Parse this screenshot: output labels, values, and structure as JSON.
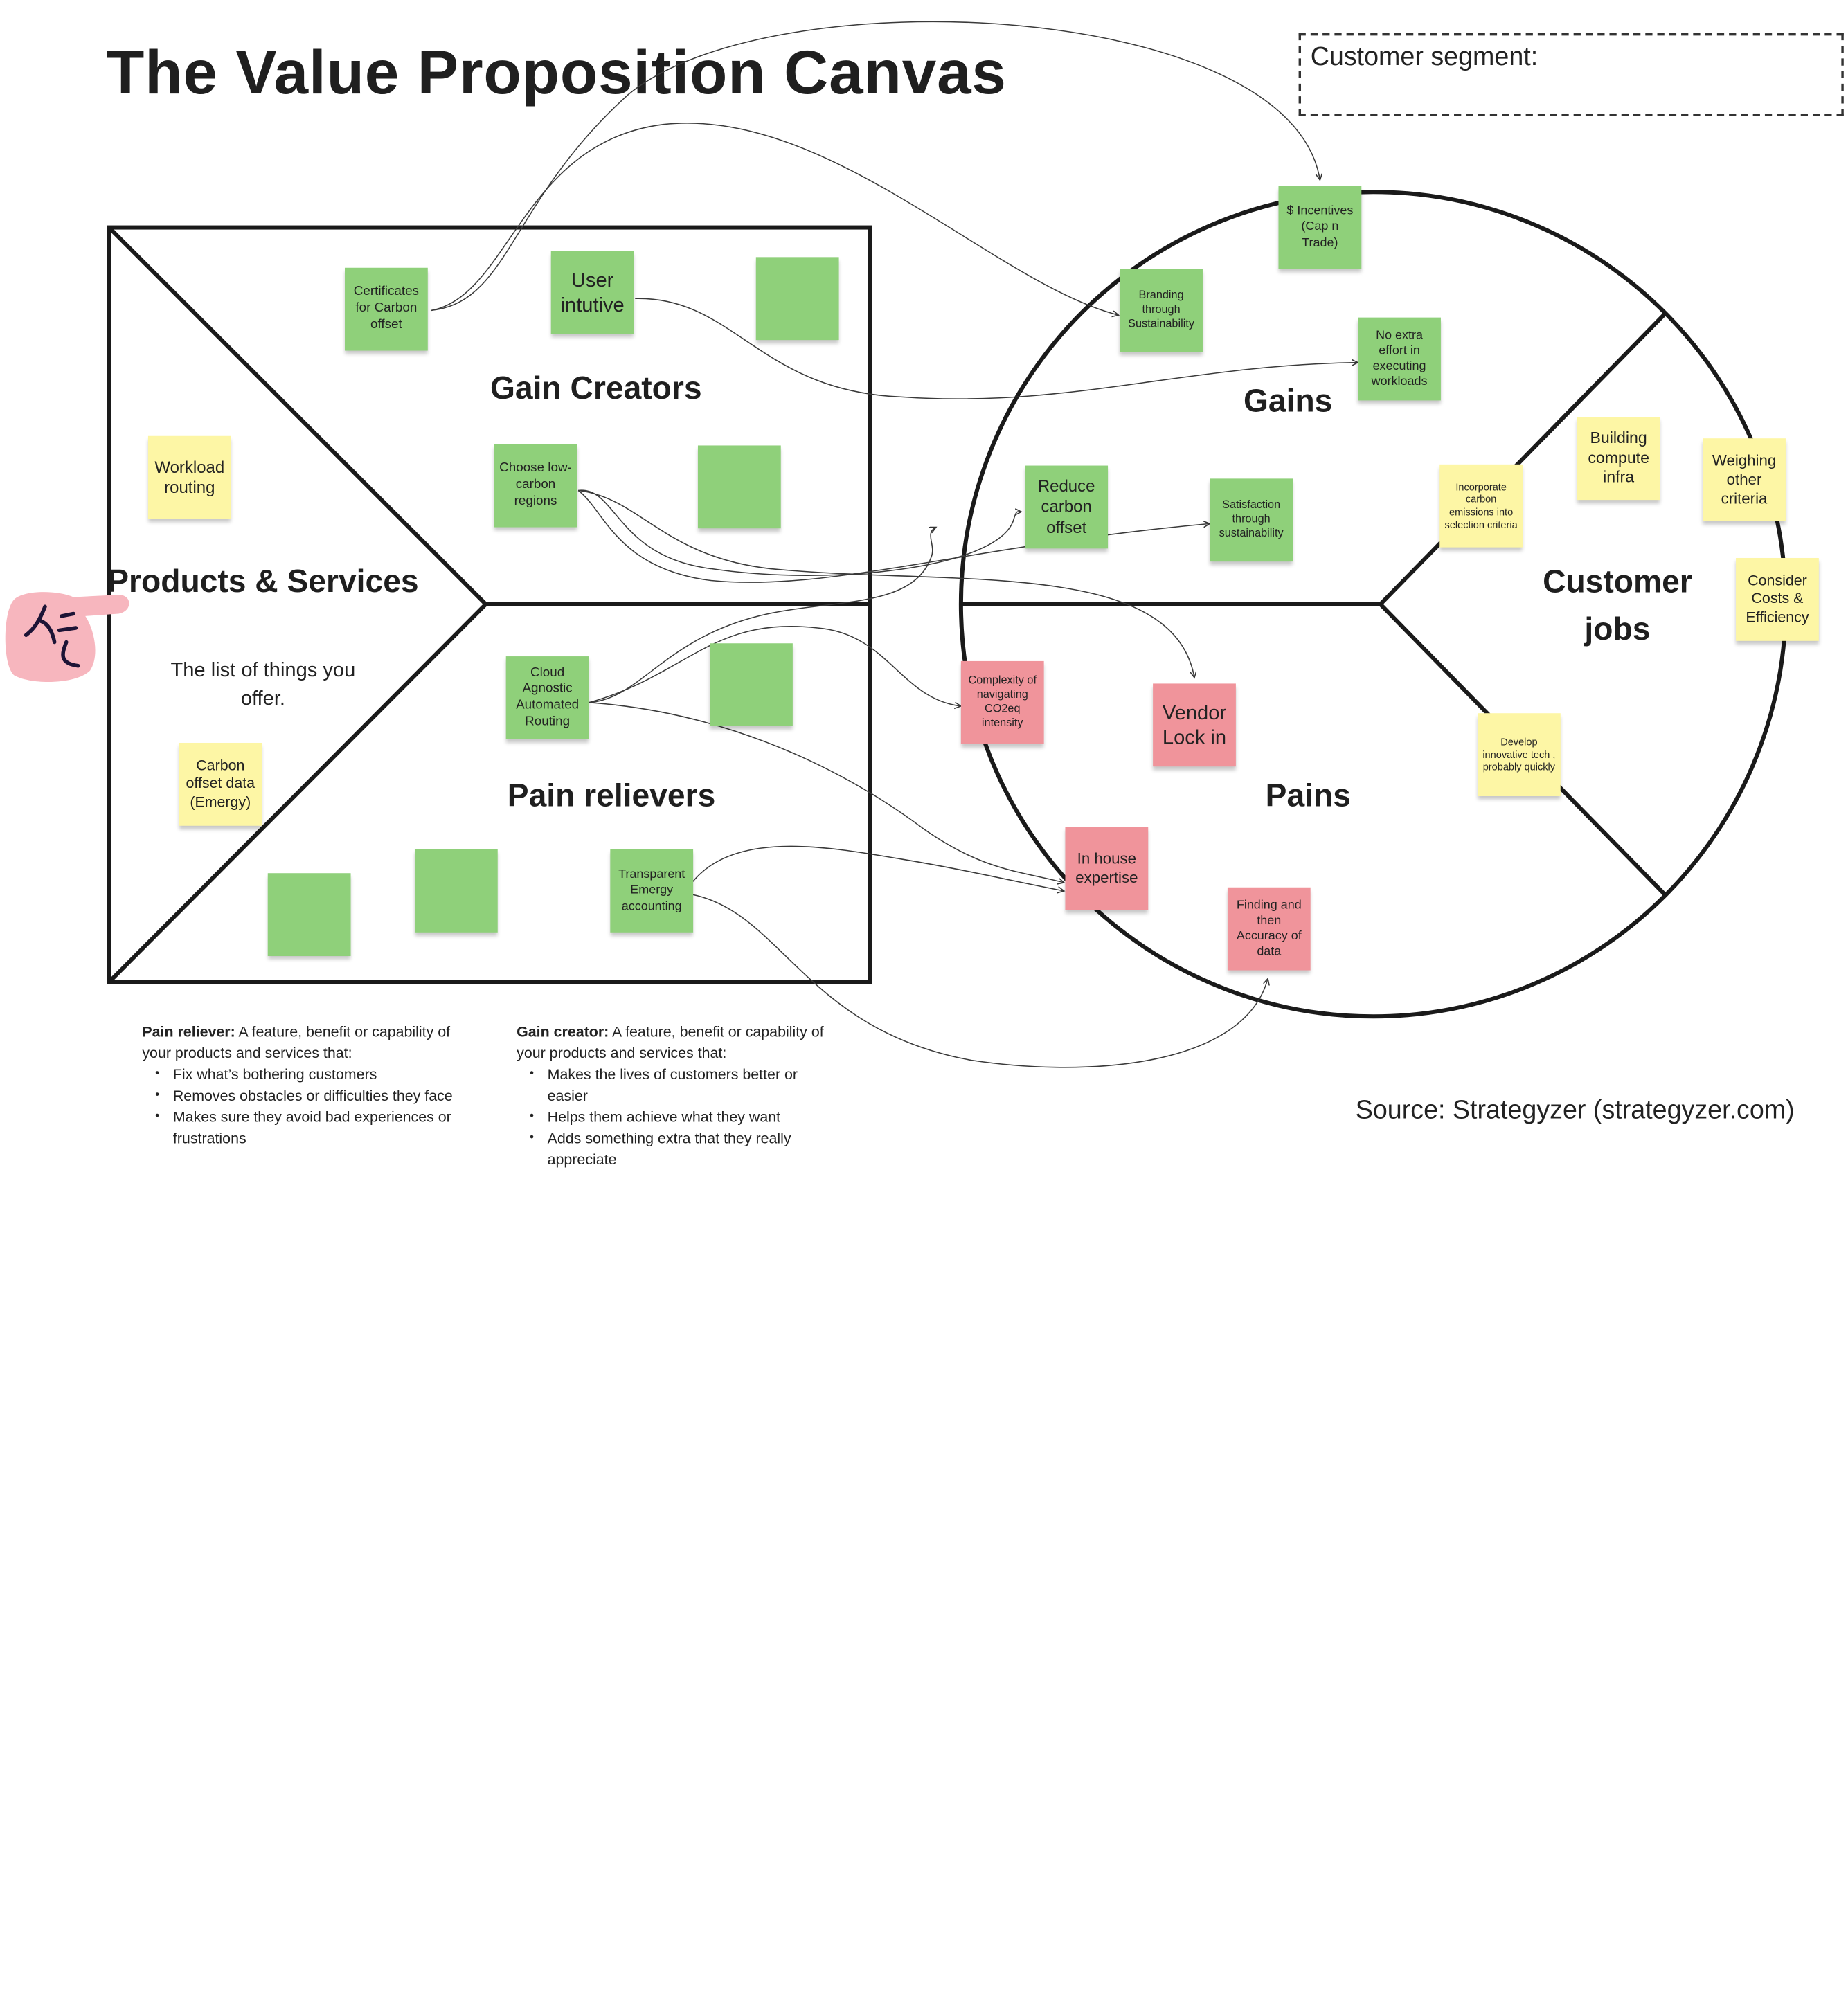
{
  "title": "The Value Proposition Canvas",
  "customer_segment": {
    "label": "Customer segment:"
  },
  "value_map": {
    "products_services": {
      "label": "Products & Services",
      "sublabel": "The list of things you offer."
    },
    "gain_creators": {
      "label": "Gain Creators"
    },
    "pain_relievers": {
      "label": "Pain relievers"
    }
  },
  "customer_profile": {
    "gains": {
      "label": "Gains"
    },
    "pains": {
      "label": "Pains"
    },
    "customer_jobs": {
      "label": "Customer jobs"
    }
  },
  "notes": {
    "certificates": "Certificates for Carbon offset",
    "user_intuitive": "User intutive",
    "blank_gc1": "",
    "choose_regions": "Choose low-carbon regions",
    "blank_gc2": "",
    "workload_routing": "Workload routing",
    "carbon_offset_data": "Carbon offset data (Emergy)",
    "cloud_agnostic": "Cloud Agnostic Automated Routing",
    "blank_pr1": "",
    "blank_pr2": "",
    "blank_pr3": "",
    "transparent_emergy": "Transparent Emergy accounting",
    "incentives": "$ Incentives (Cap n Trade)",
    "branding": "Branding through Sustainability",
    "no_extra_effort": "No extra effort in executing workloads",
    "reduce_carbon": "Reduce carbon offset",
    "satisfaction": "Satisfaction through sustainability",
    "complexity": "Complexity of navigating CO2eq intensity",
    "vendor_lock": "Vendor Lock in",
    "in_house": "In house expertise",
    "finding_data": "Finding and then Accuracy of data",
    "incorporate": "Incorporate carbon emissions into selection criteria",
    "building_compute": "Building compute infra",
    "weighing": "Weighing other criteria",
    "consider_costs": "Consider Costs & Efficiency",
    "develop_tech": "Develop innovative tech , probably quickly"
  },
  "legend": {
    "pain_reliever": {
      "term": "Pain reliever:",
      "definition": " A feature, benefit or capability of your products and services that:",
      "items": [
        "Fix what’s bothering customers",
        "Removes obstacles or difficulties they face",
        "Makes sure they avoid bad experiences or frustrations"
      ]
    },
    "gain_creator": {
      "term": "Gain creator:",
      "definition": " A feature, benefit or capability of your products and services that:",
      "items": [
        "Makes the lives of customers better or easier",
        "Helps them achieve what they want",
        "Adds something extra that they really appreciate"
      ]
    }
  },
  "source": "Source: Strategyzer (strategyzer.com)",
  "colors": {
    "green_note": "#8fd07a",
    "yellow_note": "#fdf6a5",
    "pink_note": "#f0949b",
    "outline": "#1a1a1a"
  },
  "icons": {
    "pointing_hand": "hand-icon"
  }
}
